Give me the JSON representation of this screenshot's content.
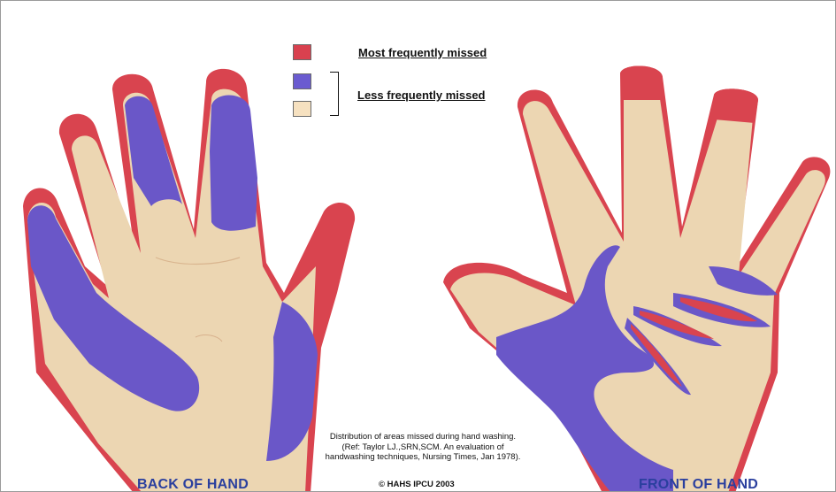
{
  "legend": {
    "items": [
      {
        "label": "Most frequently missed",
        "color": "#d9414f"
      },
      {
        "label": "",
        "color": "#6a5bd0"
      },
      {
        "label": "Less frequently missed",
        "color": "#f6e1c0"
      }
    ]
  },
  "caption": {
    "line1": "Distribution of areas missed during hand washing.",
    "line2": "(Ref: Taylor LJ.,SRN,SCM. An evaluation of",
    "line3": "handwashing techniques, Nursing Times, Jan 1978)."
  },
  "labels": {
    "back": "BACK OF HAND",
    "front": "FRONT OF HAND",
    "copyright": "© HAHS IPCU 2003"
  },
  "colors": {
    "skin": "#ecd6b2",
    "red": "#d9444f",
    "purple": "#6a57c8",
    "title": "#2a3f9e"
  }
}
